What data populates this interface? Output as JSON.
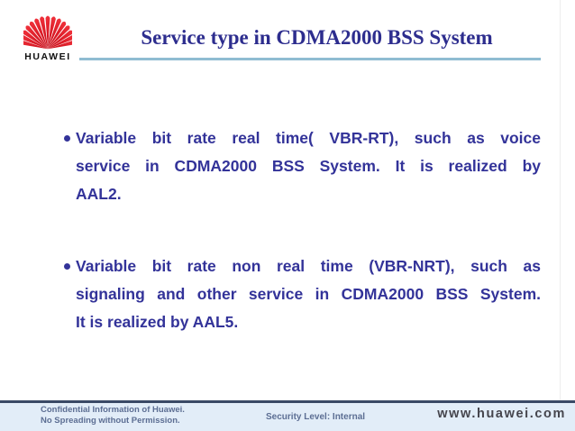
{
  "header": {
    "logo_word": "HUAWEI",
    "title": "Service type in CDMA2000 BSS System"
  },
  "body": {
    "bullets": [
      {
        "lines": [
          "Variable bit rate real time( VBR-RT), such as voice",
          "service in CDMA2000 BSS System. It is realized by",
          "AAL2."
        ]
      },
      {
        "lines": [
          "Variable bit rate non real time (VBR-NRT), such as",
          "signaling and other service in CDMA2000 BSS System.",
          "It is realized by AAL5."
        ]
      }
    ]
  },
  "footer": {
    "confidential_line1": "Confidential Information of Huawei.",
    "confidential_line2": "No Spreading without Permission.",
    "security_level": "Security Level: Internal",
    "website": "www.huawei.com"
  },
  "colors": {
    "title_navy": "#2D2D8E",
    "body_navy": "#333399",
    "divider_teal": "#8FBCD2",
    "footer_line": "#3A4A66",
    "footer_bg": "#E2EDF8",
    "footer_text": "#5C6E93",
    "website_text": "#45454D",
    "logo_red": "#E3000F"
  }
}
